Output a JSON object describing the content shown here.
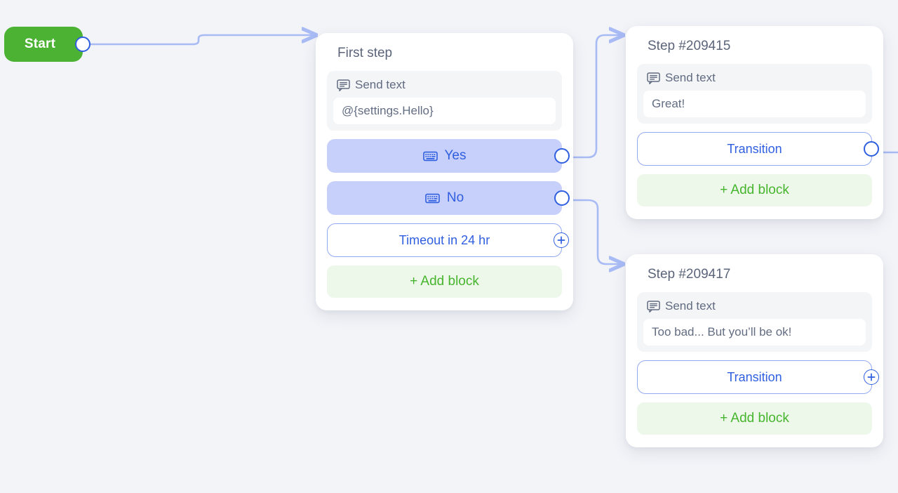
{
  "canvas": {
    "background_color": "#f3f4f8",
    "accent_blue": "#2f5fe0",
    "accent_green": "#46b52e",
    "choice_fill": "#c7d0fb"
  },
  "start_node": {
    "label": "Start",
    "color": "#4cb234",
    "port_name": "start-output-port"
  },
  "cards": [
    {
      "title": "First step",
      "send_text": {
        "header": "Send text",
        "value": "@{settings.Hello}"
      },
      "choices": [
        {
          "label": "Yes",
          "icon": "keyboard-icon"
        },
        {
          "label": "No",
          "icon": "keyboard-icon"
        }
      ],
      "outline_button": {
        "label": "Timeout in 24 hr",
        "port": "plus"
      },
      "add_block": {
        "label": "+ Add block"
      }
    },
    {
      "title": "Step #209415",
      "send_text": {
        "header": "Send text",
        "value": "Great!"
      },
      "choices": [],
      "outline_button": {
        "label": "Transition",
        "port": "circle"
      },
      "add_block": {
        "label": "+ Add block"
      }
    },
    {
      "title": "Step #209417",
      "send_text": {
        "header": "Send text",
        "value": "Too bad... But you’ll be ok!"
      },
      "choices": [],
      "outline_button": {
        "label": "Transition",
        "port": "plus"
      },
      "add_block": {
        "label": "+ Add block"
      }
    }
  ],
  "connectors": [
    {
      "name": "start-to-first-step",
      "from": "start-output-port",
      "to": "card-first"
    },
    {
      "name": "yes-to-step-209415",
      "from": "yes-port",
      "to": "card-a"
    },
    {
      "name": "no-to-step-209417",
      "from": "no-port",
      "to": "card-b"
    },
    {
      "name": "step-209415-transition-out",
      "from": "transition-port",
      "to": "offscreen"
    }
  ]
}
